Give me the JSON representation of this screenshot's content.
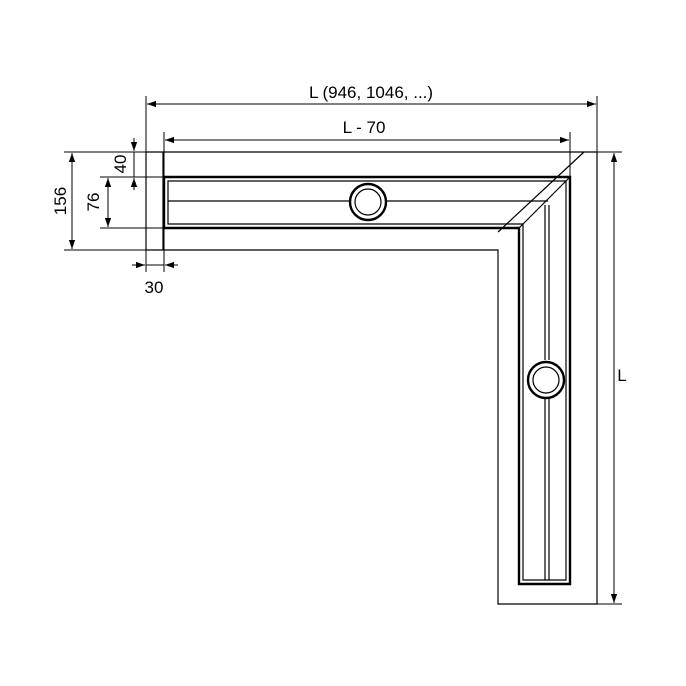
{
  "dimensions": {
    "overall_length": "L (946, 1046, ...)",
    "inner_length": "L  - 70",
    "height_156": "156",
    "height_76": "76",
    "height_40": "40",
    "width_30": "30",
    "right_length": "L"
  }
}
